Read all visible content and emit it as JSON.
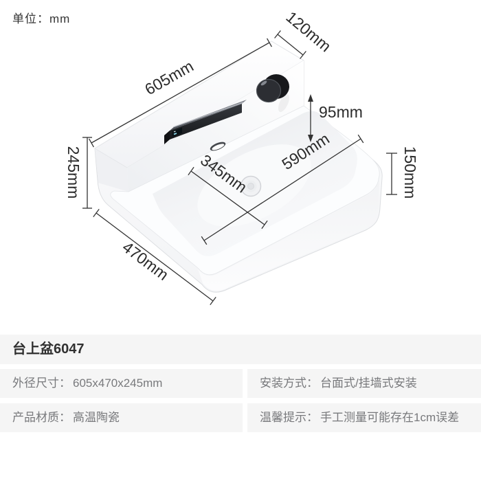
{
  "unit_label": "单位：mm",
  "dimensions": {
    "length": "605mm",
    "ledge_depth": "120mm",
    "ledge_height": "95mm",
    "total_height": "245mm",
    "bowl_depth": "345mm",
    "bowl_length": "590mm",
    "basin_height": "150mm",
    "depth": "470mm"
  },
  "product": {
    "title": "台上盆6047",
    "specs": [
      {
        "label": "外径尺寸：",
        "value": "605x470x245mm"
      },
      {
        "label": "安装方式：",
        "value": "台面式/挂墙式安装"
      },
      {
        "label": "产品材质：",
        "value": "高温陶瓷"
      },
      {
        "label": "温馨提示：",
        "value": "手工测量可能存在1cm误差"
      }
    ]
  },
  "colors": {
    "panel_bg": "#f5f5f5",
    "dim_line": "#333333",
    "text_primary": "#303030",
    "text_secondary": "#78797c",
    "fixture_black": "#232528"
  }
}
